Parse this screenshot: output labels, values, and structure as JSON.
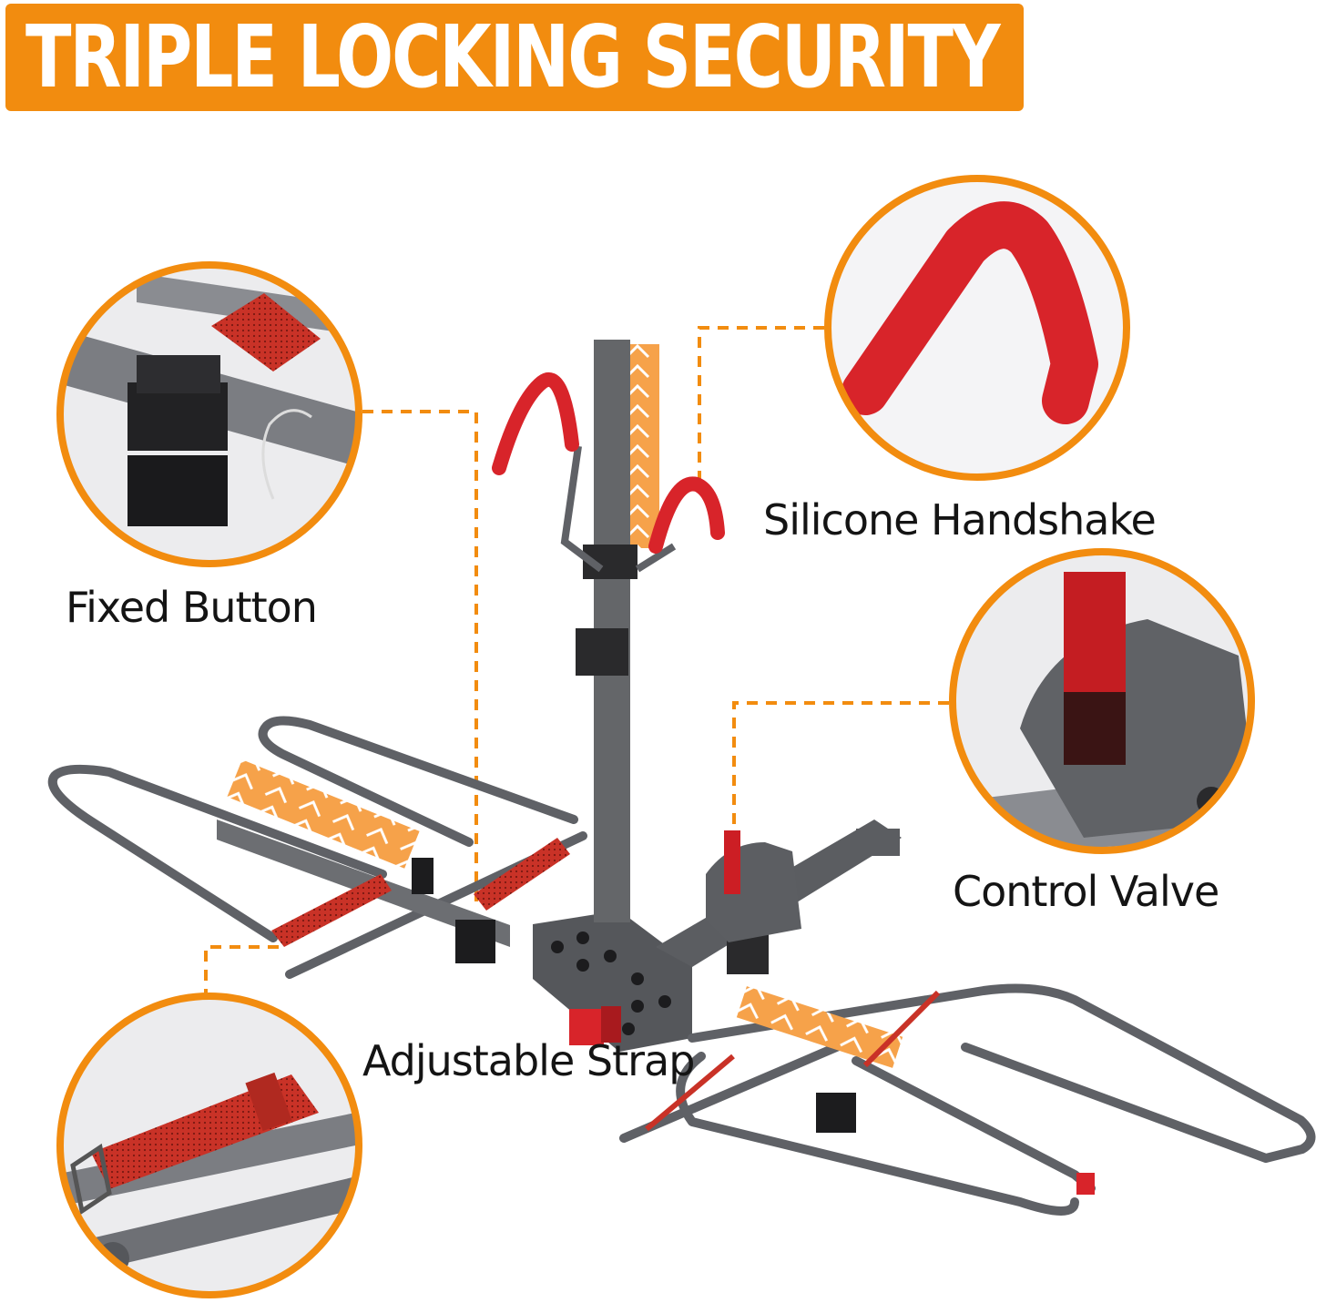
{
  "banner": {
    "title": "TRIPLE LOCKING SECURITY"
  },
  "callouts": {
    "fixed_button": "Fixed Button",
    "silicone_handshake": "Silicone Handshake",
    "control_valve": "Control Valve",
    "adjustable_strap": "Adjustable Strap"
  },
  "colors": {
    "accent_orange": "#f28c0f",
    "frame_gray": "#66686c",
    "hook_red": "#d8242a",
    "label_text": "#141414"
  }
}
